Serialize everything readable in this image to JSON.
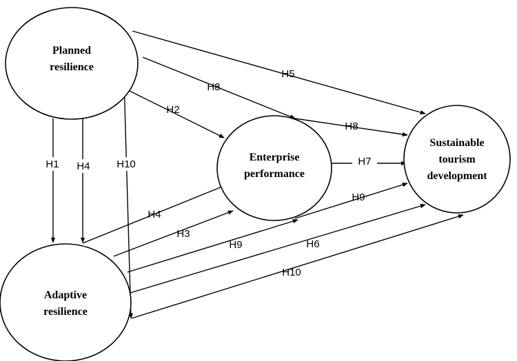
{
  "nodes": {
    "planned": {
      "line1": "Planned",
      "line2": "resilience"
    },
    "adaptive": {
      "line1": "Adaptive",
      "line2": "resilience"
    },
    "enterprise": {
      "line1": "Enterprise",
      "line2": "performance"
    },
    "sustainable": {
      "line1": "Sustainable",
      "line2": "tourism",
      "line3": "development"
    }
  },
  "hypotheses": {
    "h1": "H1",
    "h2": "H2",
    "h3": "H3",
    "h4_vertical": "H4",
    "h4_diagonal": "H4",
    "h5": "H5",
    "h6": "H6",
    "h7": "H7",
    "h8_upper": "H8",
    "h8_lower": "H8",
    "h9_lower": "H9",
    "h9_upper": "H9",
    "h10_vertical": "H10",
    "h10_lower": "H10"
  }
}
